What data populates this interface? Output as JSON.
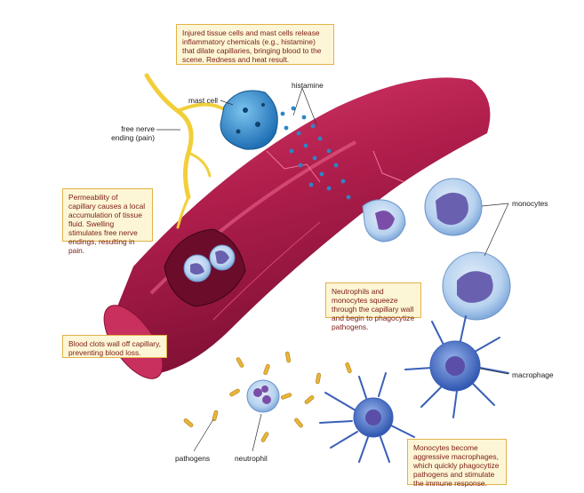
{
  "callouts": {
    "injured_tissue": "Injured tissue cells and mast cells release inflammatory chemicals (e.g., histamine) that dilate capillaries, bringing blood to the scene. Redness and heat result.",
    "permeability": "Permeability of capillary causes a local accumulation of tissue fluid. Swelling stimulates free nerve endings, resulting in pain.",
    "neutrophils_monocytes": "Neutrophils and monocytes squeeze through the capillary wall and begin to phagocytize pathogens.",
    "blood_clots": "Blood clots wall off capillary, preventing blood loss.",
    "monocytes_become": "Monocytes become aggressive macrophages, which quickly phagocytize pathogens and stimulate the immune response."
  },
  "labels": {
    "mast_cell": "mast cell",
    "histamine": "histamine",
    "free_nerve_ending": "free nerve ending (pain)",
    "monocytes": "monocytes",
    "macrophage": "macrophage",
    "pathogens": "pathogens",
    "neutrophil": "neutrophil"
  },
  "colors": {
    "capillary": "#b8224f",
    "callout_fill": "#fdf6d6",
    "callout_border": "#e3b24a",
    "callout_text": "#7a1c14",
    "histamine_dots": "#2a86c8",
    "nerve": "#f2cf3a",
    "pathogen": "#e8b43a",
    "monocyte": "#a8c8ea",
    "monocyte_nucleus": "#6a60b0",
    "macrophage": "#4a6fc4"
  }
}
